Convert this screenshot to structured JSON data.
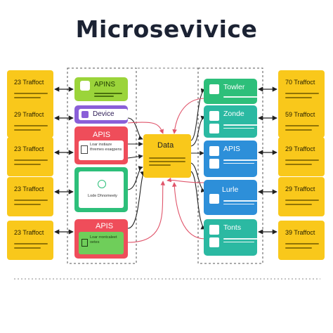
{
  "title": "Microsevivice",
  "left_cards": [
    {
      "label": "23 Traffoct"
    },
    {
      "label": "29 Traffoct"
    },
    {
      "label": "23 Traffoct"
    },
    {
      "label": "23 Traffoct"
    },
    {
      "label": "23 Traffoct"
    }
  ],
  "right_cards": [
    {
      "label": "70 Traffoct"
    },
    {
      "label": "59 Traffoct"
    },
    {
      "label": "29 Traffoct"
    },
    {
      "label": "29 Traffoct"
    },
    {
      "label": "39 Traffoct"
    }
  ],
  "services": [
    {
      "title": "APINS"
    },
    {
      "title": "Device"
    },
    {
      "title": "APIS",
      "text": "Loar instiaze thremes exaqpens"
    },
    {
      "text": "Lode Dhnomeety"
    },
    {
      "title": "APIS",
      "text": "Loar rrontcaleet oetes"
    }
  ],
  "data_node": {
    "title": "Data"
  },
  "right_services": [
    {
      "title": "Towler"
    },
    {
      "title": "Zonde"
    },
    {
      "title": "APIS"
    },
    {
      "title": "Lurle"
    },
    {
      "title": "Tonts"
    }
  ],
  "colors": {
    "yellow": "#f9c81b",
    "lime": "#9bd43a",
    "purple": "#8a5fd8",
    "red": "#ef4d5a",
    "green": "#2dbf7a",
    "teal": "#2bb9a2",
    "blue": "#2d8fd9",
    "data": "#f9c81b"
  }
}
